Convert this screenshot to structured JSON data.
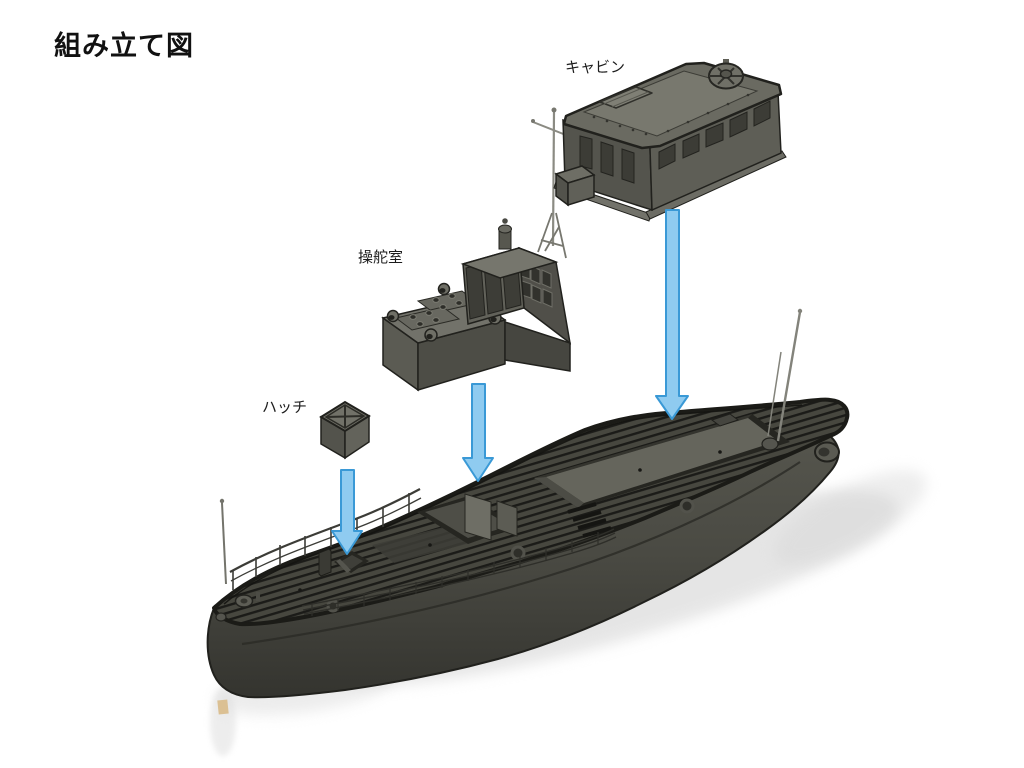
{
  "title": "組み立て図",
  "parts": [
    {
      "id": "cabin",
      "label": "キャビン"
    },
    {
      "id": "wheelhouse",
      "label": "操舵室"
    },
    {
      "id": "hatch",
      "label": "ハッチ"
    },
    {
      "id": "hull",
      "label": ""
    }
  ],
  "colors": {
    "background": "#ffffff",
    "text": "#1a1a1a",
    "arrow_fill": "#8FCBF0",
    "arrow_stroke": "#3A99D6",
    "model_gray": "#6B6B62",
    "hull_dark": "#3F3F39",
    "shadow": "#CFCFCF",
    "speck": "#D9BB8A"
  }
}
